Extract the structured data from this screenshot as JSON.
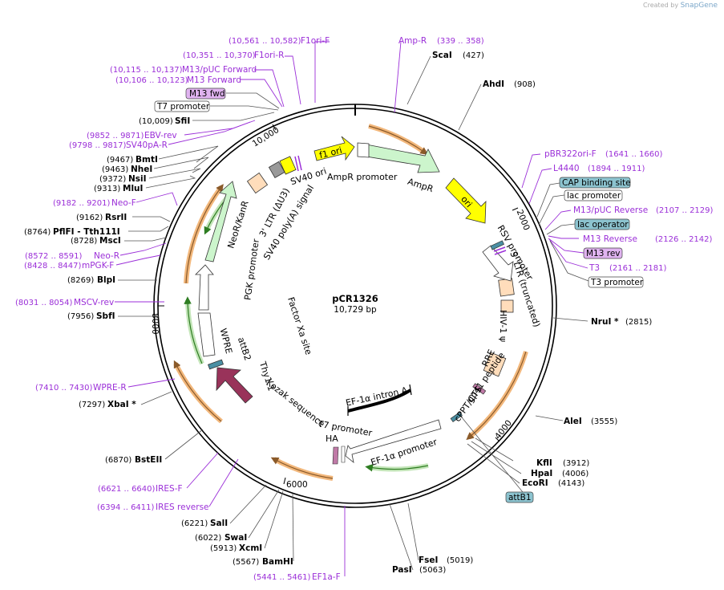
{
  "credit": {
    "prefix": "Created by",
    "brand": "SnapGene"
  },
  "plasmid": {
    "name": "pCR1326",
    "size": "10,729 bp"
  },
  "ticks": [
    "2000",
    "4000",
    "6000",
    "8000",
    "10,000"
  ],
  "enzymes": [
    {
      "name": "ScaI",
      "pos": "(427)"
    },
    {
      "name": "AhdI",
      "pos": "(908)"
    },
    {
      "name": "NruI *",
      "pos": "(2815)"
    },
    {
      "name": "AleI",
      "pos": "(3555)"
    },
    {
      "name": "KflI",
      "pos": "(3912)"
    },
    {
      "name": "HpaI",
      "pos": "(4006)"
    },
    {
      "name": "EcoRI",
      "pos": "(4143)"
    },
    {
      "name": "FseI",
      "pos": "(5019)"
    },
    {
      "name": "PasI",
      "pos": "(5063)"
    },
    {
      "name": "BamHI",
      "pos": "(5567)"
    },
    {
      "name": "XcmI",
      "pos": "(5913)"
    },
    {
      "name": "SwaI",
      "pos": "(6022)"
    },
    {
      "name": "SalI",
      "pos": "(6221)"
    },
    {
      "name": "BstEII",
      "pos": "(6870)"
    },
    {
      "name": "XbaI *",
      "pos": "(7297)"
    },
    {
      "name": "SbfI",
      "pos": "(7956)"
    },
    {
      "name": "BlpI",
      "pos": "(8269)"
    },
    {
      "name": "MscI",
      "pos": "(8728)"
    },
    {
      "name": "PflFI - Tth111I",
      "pos": "(8764)"
    },
    {
      "name": "RsrII",
      "pos": "(9162)"
    },
    {
      "name": "MluI",
      "pos": "(9313)"
    },
    {
      "name": "NsiI",
      "pos": "(9372)"
    },
    {
      "name": "NheI",
      "pos": "(9463)"
    },
    {
      "name": "BmtI",
      "pos": "(9467)"
    },
    {
      "name": "SfiI",
      "pos": "(10,009)"
    }
  ],
  "primers": [
    {
      "name": "F1ori-F",
      "range": "(10,561 .. 10,582)"
    },
    {
      "name": "F1ori-R",
      "range": "(10,351 .. 10,370)"
    },
    {
      "name": "M13/pUC Forward",
      "range": "(10,115 .. 10,137)"
    },
    {
      "name": "M13 Forward",
      "range": "(10,106 .. 10,123)"
    },
    {
      "name": "EBV-rev",
      "range": "(9852 .. 9871)"
    },
    {
      "name": "SV40pA-R",
      "range": "(9798 .. 9817)"
    },
    {
      "name": "Neo-F",
      "range": "(9182 .. 9201)"
    },
    {
      "name": "Neo-R",
      "range": "(8572 .. 8591)"
    },
    {
      "name": "mPGK-F",
      "range": "(8428 .. 8447)"
    },
    {
      "name": "MSCV-rev",
      "range": "(8031 .. 8054)"
    },
    {
      "name": "WPRE-R",
      "range": "(7410 .. 7430)"
    },
    {
      "name": "IRES-F",
      "range": "(6621 .. 6640)"
    },
    {
      "name": "IRES reverse",
      "range": "(6394 .. 6411)"
    },
    {
      "name": "EF1a-F",
      "range": "(5441 .. 5461)"
    },
    {
      "name": "Amp-R",
      "range": "(339 .. 358)"
    },
    {
      "name": "pBR322ori-F",
      "range": "(1641 .. 1660)"
    },
    {
      "name": "L4440",
      "range": "(1894 .. 1911)"
    },
    {
      "name": "M13/pUC Reverse",
      "range": "(2107 .. 2129)"
    },
    {
      "name": "M13 Reverse",
      "range": "(2126 .. 2142)"
    },
    {
      "name": "T3",
      "range": "(2161 .. 2181)"
    }
  ],
  "boxes": {
    "m13_fwd": "M13 fwd",
    "t7_promoter_top": "T7 promoter",
    "cap_binding": "CAP binding site",
    "lac_promoter": "lac promoter",
    "lac_operator": "lac operator",
    "m13_rev": "M13 rev",
    "t3_promoter": "T3 promoter",
    "attb1": "attB1"
  },
  "features": {
    "f1_ori": "f1 ori",
    "ampr_promoter": "AmpR promoter",
    "ampr": "AmpR",
    "ori": "ori",
    "sv40_ori": "SV40 ori",
    "ltr3": "3' LTR (ΔU3)",
    "sv40_polya": "SV40 poly(A) signal",
    "neor": "NeoR/KanR",
    "pgk": "PGK promoter",
    "factor_xa": "Factor Xa site",
    "wpre": "WPRE",
    "attb2": "attB2",
    "thy11": "Thy1.1",
    "kozak": "Kozak sequence",
    "t7_promoter_in": "T7 promoter",
    "ha": "HA",
    "ef1a_intron": "EF-1α intron A",
    "ef1a_promoter": "EF-1α promoter",
    "cppt": "cPPT/CTS",
    "gp41": "gp41 peptide",
    "rre": "RRE",
    "hiv_psi": "HIV-1 ψ",
    "ltr5": "5' LTR (truncated)",
    "rsv": "RSV promoter"
  },
  "colors": {
    "primer": "#9b2fd8",
    "f1ori": "#ffff00",
    "ampr": "#ccf5cc",
    "neor": "#ccf5cc",
    "ltr": "#ffddbb",
    "sv40": "#999999",
    "thy11": "#99335a",
    "boxBlue": "#8cc3cf",
    "boxPurple": "#e0b3f0",
    "orangeArc": "#f2b77b",
    "greenArc": "#4aa63a"
  }
}
